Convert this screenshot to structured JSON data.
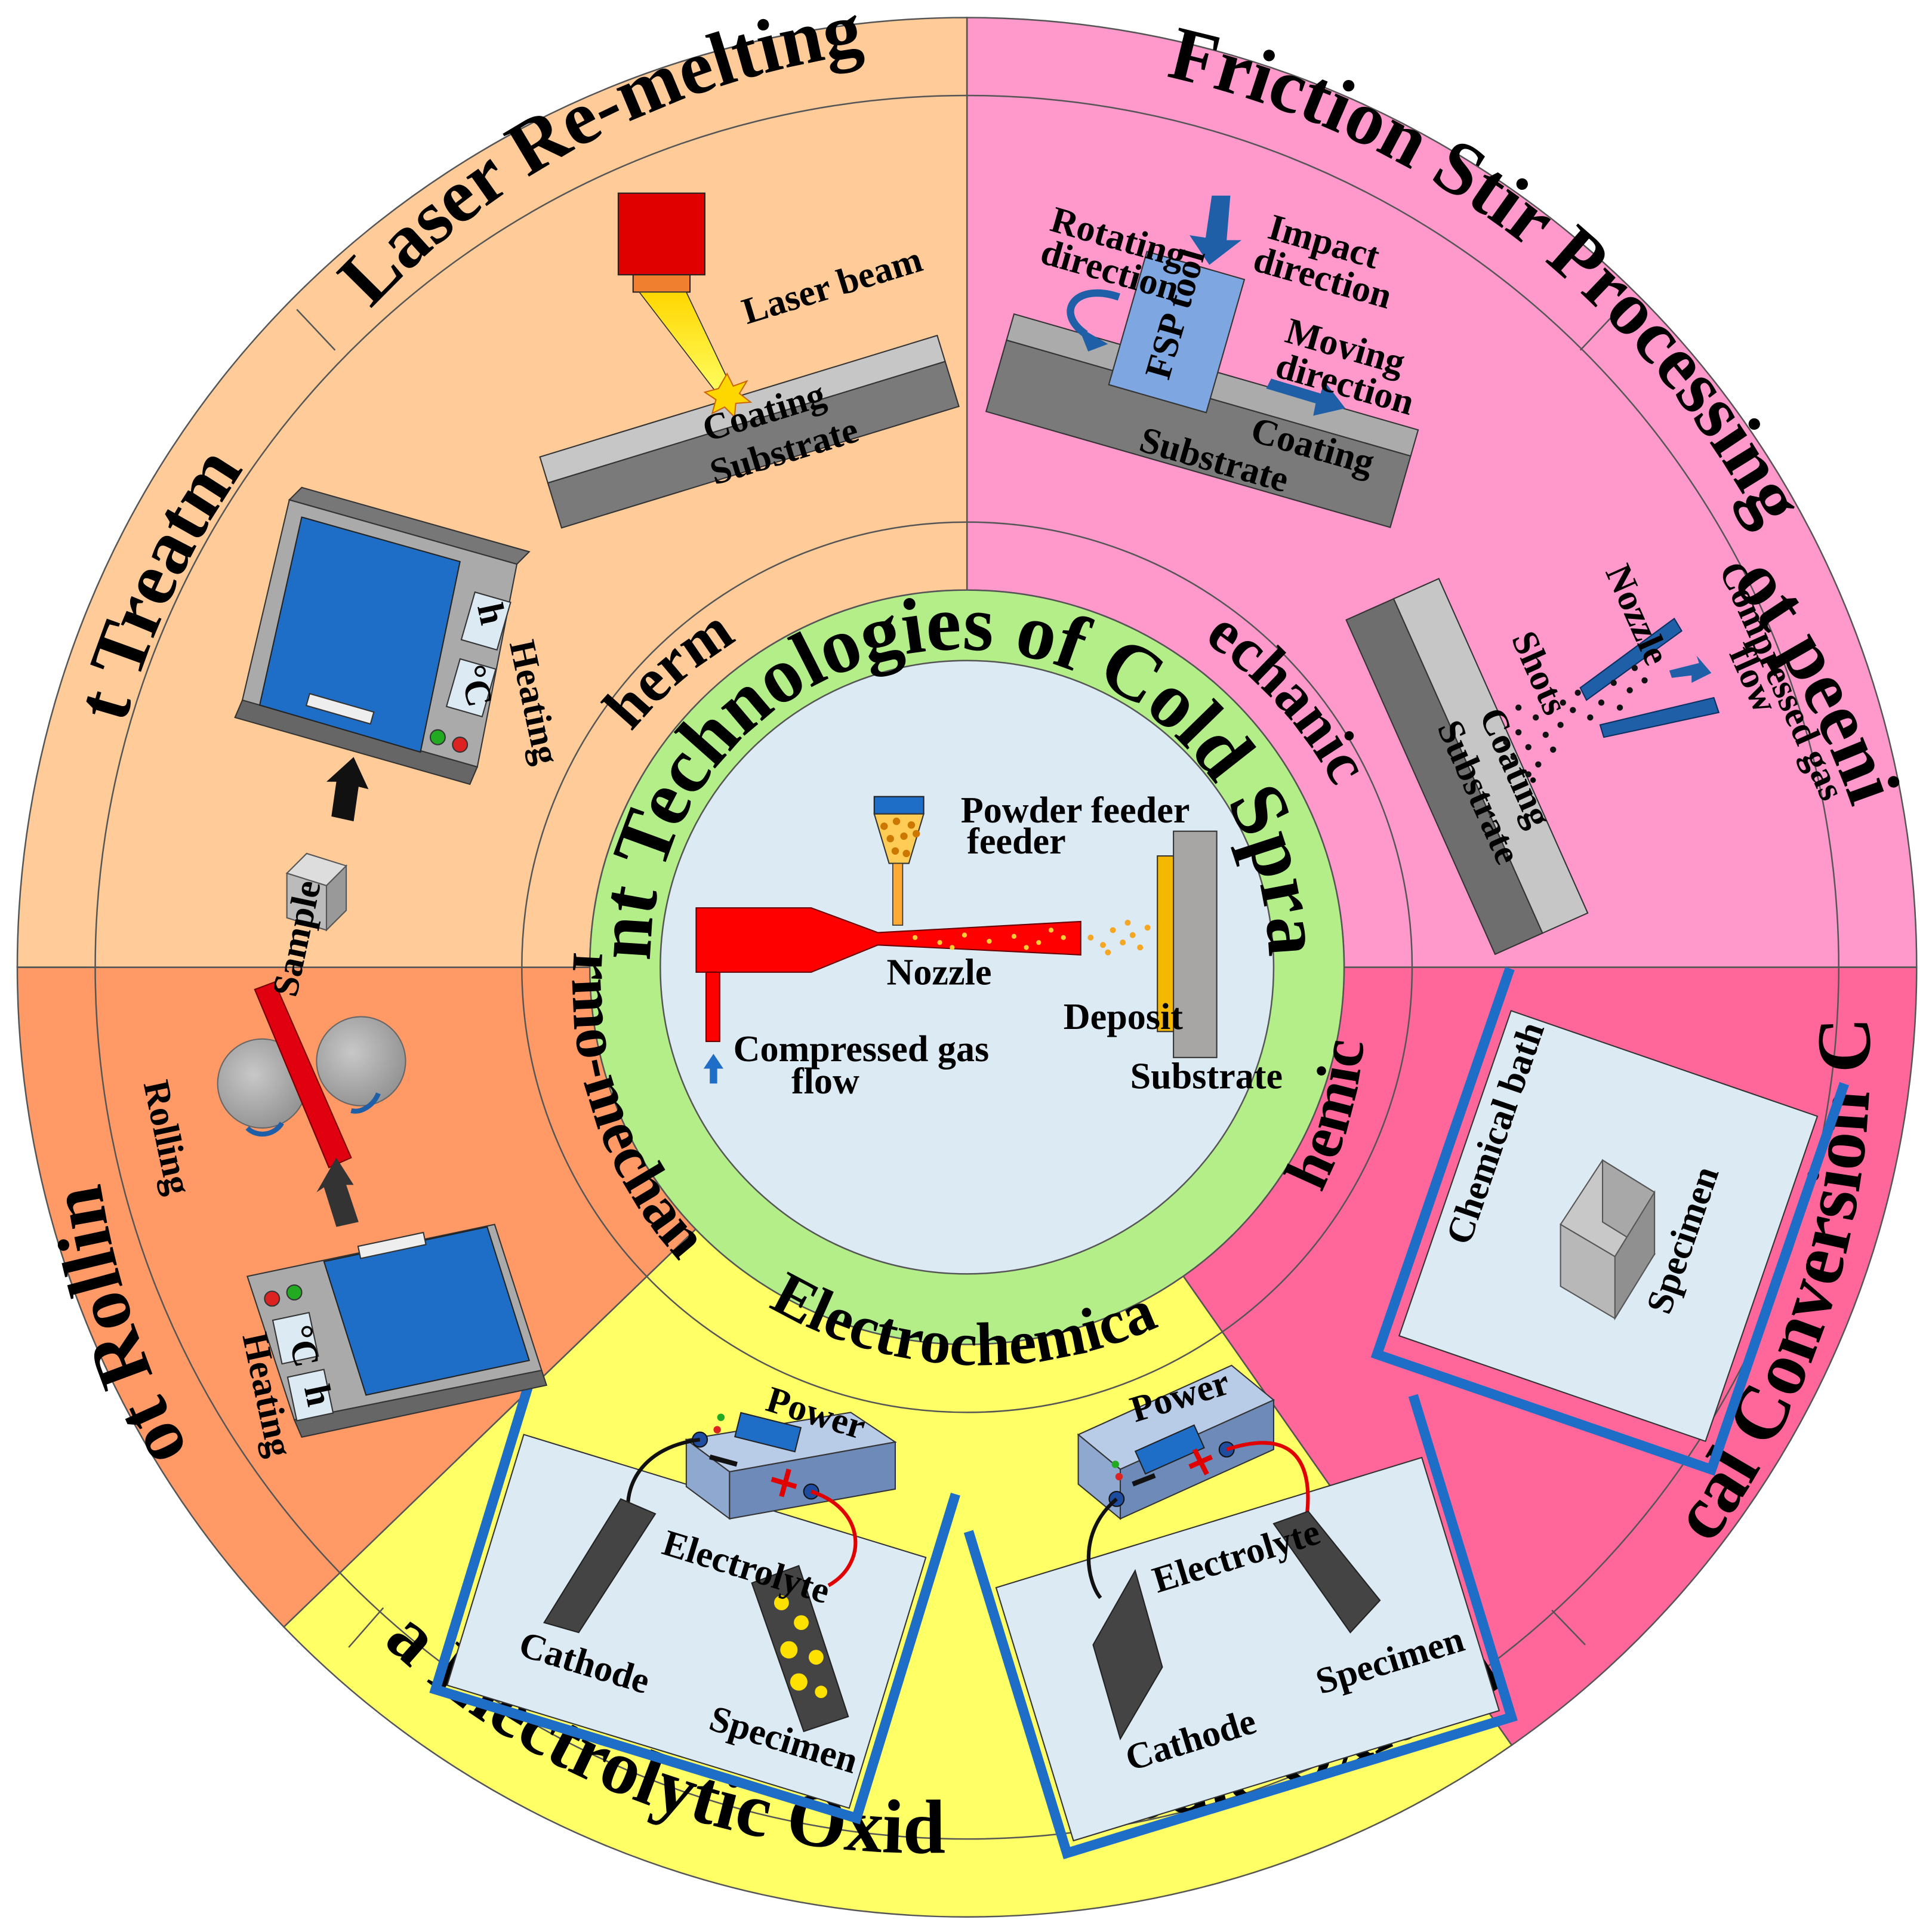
{
  "title": "Post-treatment Technologies of Cold Sprayed Coatings",
  "colors": {
    "thermal": "#FFCC99",
    "mechanical": "#FF99CC",
    "chemical": "#FF6699",
    "electrochemical": "#FFFF66",
    "thermo_mechanical": "#FF9966",
    "green_ring": "#B3EE88",
    "center": "#DCEAF4"
  },
  "center": {
    "powder_feeder": "Powder feeder",
    "nozzle": "Nozzle",
    "deposit": "Deposit",
    "substrate": "Substrate",
    "gas_line1": "Compressed gas",
    "gas_line2": "flow"
  },
  "categories": {
    "thermal": "Thermal",
    "mechanical": "Mechanical",
    "chemical": "Chemical",
    "electrochemical": "Electrochemical",
    "thermo_mechanical": "Thermo-mechanical"
  },
  "techniques": {
    "laser": "Laser Re-melting",
    "fsp": "Friction Stir Processing",
    "shot": "Shot peening",
    "ccc": "Chemical Conversion Coating",
    "anodic": "Anodic Oxidation",
    "peo": "Plasma Electrolytic Oxidation",
    "hot_rolling": "Hot Rolling",
    "heat_treatment": "Heat Treatment"
  },
  "laser": {
    "beam": "Laser beam",
    "coating": "Coating",
    "substrate": "Substrate"
  },
  "fsp": {
    "rotating1": "Rotating",
    "rotating2": "direction",
    "impact1": "Impact",
    "impact2": "direction",
    "tool": "FSP tool",
    "moving1": "Moving",
    "moving2": "direction",
    "coating": "Coating",
    "substrate": "Substrate"
  },
  "shot": {
    "nozzle": "Nozzle",
    "compressed1": "Compressed gas",
    "compressed2": "flow",
    "shots": "Shots",
    "coating": "Coating",
    "substrate": "Substrate"
  },
  "heat": {
    "heating": "Heating",
    "sample": "Sample",
    "deg": "°C",
    "h": "h"
  },
  "rolling": {
    "rolling": "Rolling",
    "heating": "Heating",
    "deg": "°C",
    "h": "h"
  },
  "ccc": {
    "bath": "Chemical bath",
    "specimen": "Specimen"
  },
  "peo": {
    "power": "Power",
    "electrolyte": "Electrolyte",
    "cathode": "Cathode",
    "specimen": "Specimen"
  },
  "anodic": {
    "power": "Power",
    "electrolyte": "Electrolyte",
    "cathode": "Cathode",
    "specimen": "Specimen"
  }
}
